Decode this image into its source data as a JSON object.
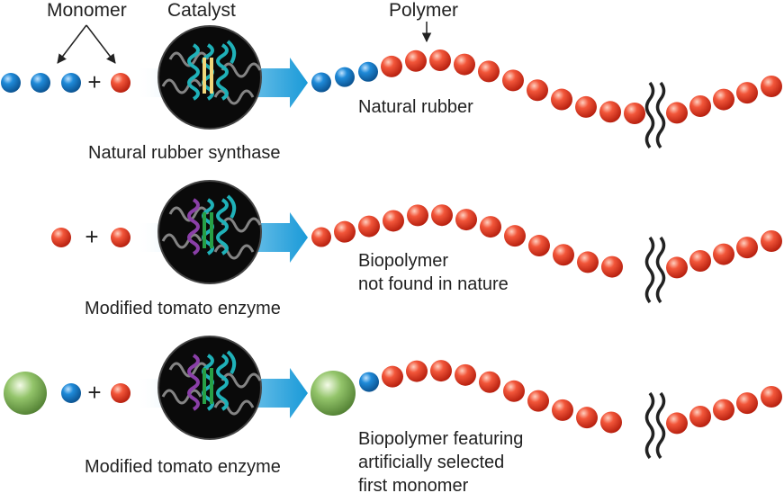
{
  "colors": {
    "red_monomer": "#e8321e",
    "blue_monomer": "#1178c8",
    "green_monomer": "#7ab054",
    "arrow": "#2ba3dc",
    "catalyst_bg": "#0a0a0a",
    "helix_cyan": "#1fb1b8",
    "helix_purple": "#8a3fa8",
    "sheet_yellow": "#f1d77a",
    "sheet_green": "#27a046",
    "coil_grey": "#9a9a9a",
    "break_mark": "#222222"
  },
  "labels": {
    "monomer": "Monomer",
    "catalyst": "Catalyst",
    "polymer": "Polymer"
  },
  "rows": [
    {
      "id": "natural",
      "plus": "+",
      "enzyme_label": "Natural rubber synthase",
      "product_label": [
        "Natural rubber"
      ],
      "catalyst_variant": "natural",
      "input_monomers": [
        "blue",
        "blue",
        "blue"
      ],
      "input_after_plus": "red",
      "chain_start": [
        "blue",
        "blue",
        "blue"
      ]
    },
    {
      "id": "modified-1",
      "plus": "+",
      "enzyme_label": "Modified tomato enzyme",
      "product_label": [
        "Biopolymer",
        "not found in nature"
      ],
      "catalyst_variant": "modified",
      "input_monomers": [
        "red"
      ],
      "input_after_plus": "red",
      "chain_start": [
        "red"
      ]
    },
    {
      "id": "modified-2",
      "plus": "+",
      "enzyme_label": "Modified tomato enzyme",
      "product_label": [
        "Biopolymer featuring",
        "artificially selected",
        "first monomer"
      ],
      "catalyst_variant": "modified",
      "input_monomers": [
        "green",
        "blue"
      ],
      "input_after_plus": "red",
      "chain_start": [
        "green",
        "blue"
      ]
    }
  ]
}
